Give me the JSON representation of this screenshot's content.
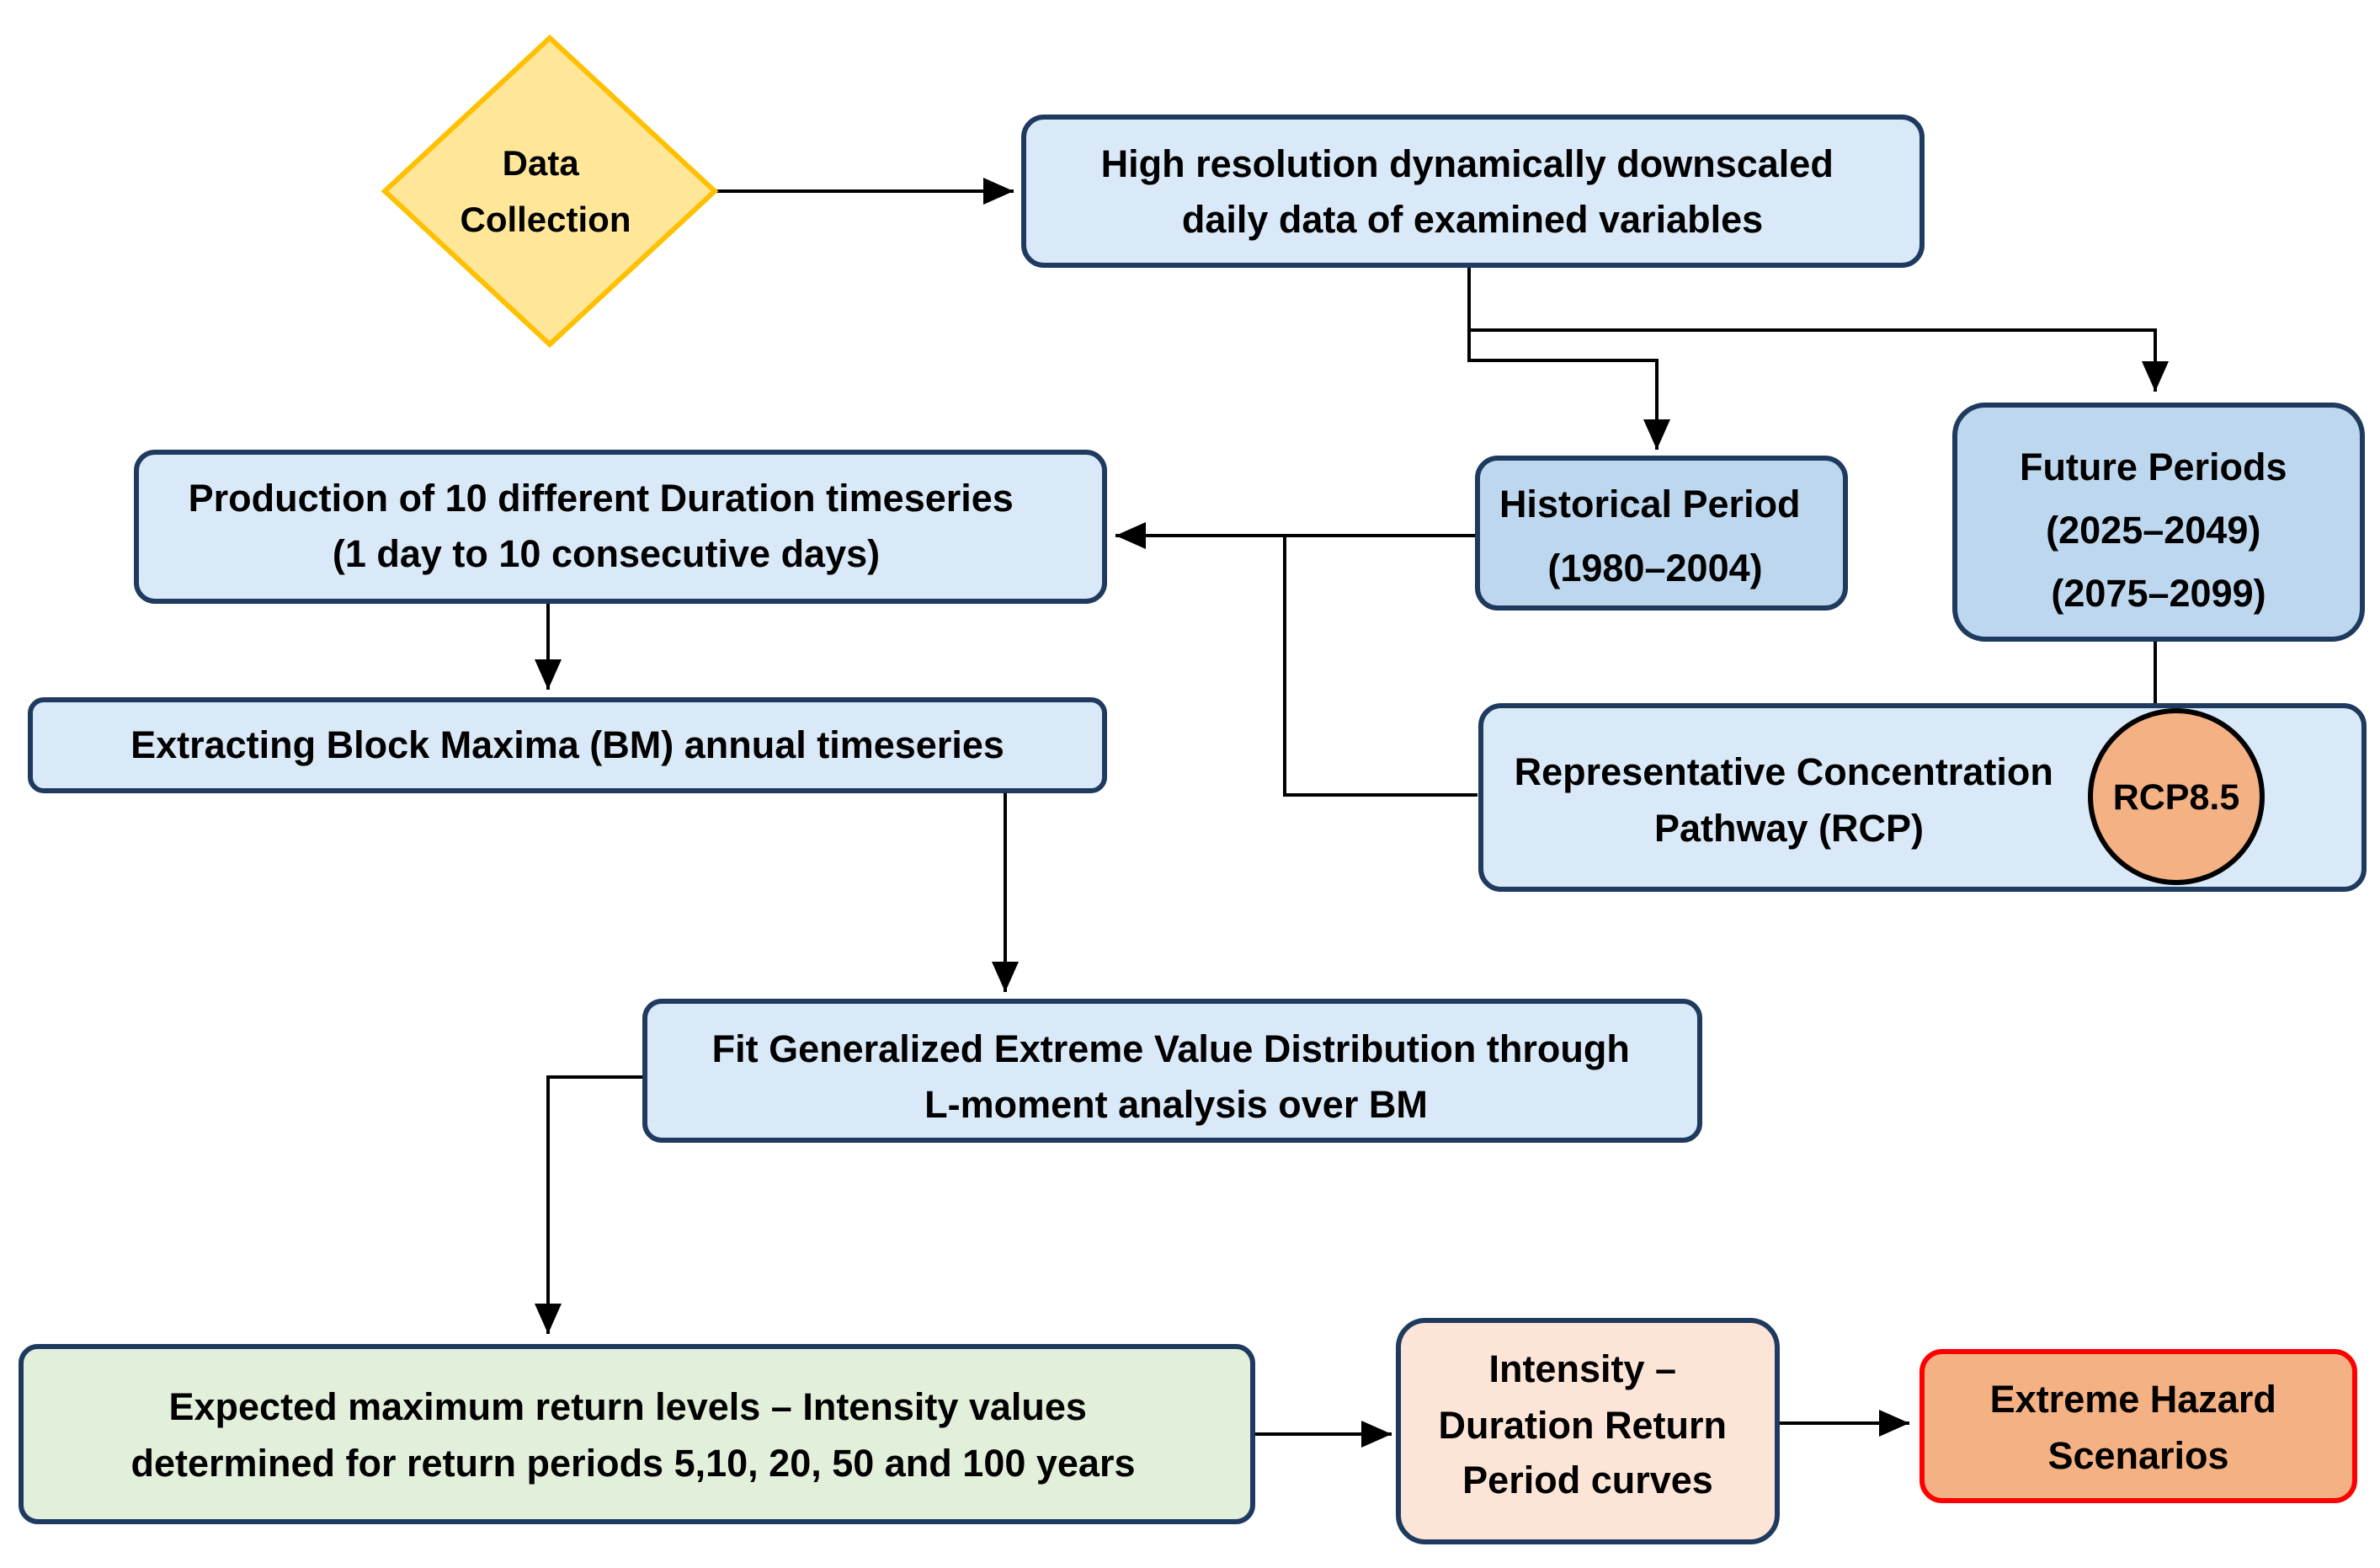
{
  "diagram": {
    "nodes": {
      "data_collection": {
        "lines": [
          "Data",
          "Collection"
        ],
        "shape": "diamond",
        "fill": "#ffe699",
        "stroke": "#ffc000"
      },
      "high_resolution": {
        "lines": [
          "High resolution dynamically downscaled",
          "daily data of examined variables"
        ],
        "fill": "#dae9f7",
        "stroke": "#1f3a5f"
      },
      "historical_period": {
        "lines": [
          "Historical Period",
          "(1980–2004)"
        ],
        "fill": "#bdd7ee",
        "stroke": "#1f3a5f"
      },
      "future_periods": {
        "lines": [
          "Future Periods",
          "(2025–2049)",
          "(2075–2099)"
        ],
        "fill": "#bdd7ee",
        "stroke": "#1f3a5f"
      },
      "rcp": {
        "lines": [
          "Representative Concentration",
          "Pathway (RCP)"
        ],
        "fill": "#dae9f7",
        "stroke": "#1f3a5f"
      },
      "rcp85": {
        "lines": [
          "RCP8.5"
        ],
        "shape": "circle",
        "fill": "#f4b183",
        "stroke": "#000000"
      },
      "production": {
        "lines": [
          "Production of 10 different Duration timeseries",
          "(1 day to 10 consecutive days)"
        ],
        "fill": "#dae9f7",
        "stroke": "#1f3a5f"
      },
      "extracting": {
        "lines": [
          "Extracting Block Maxima (BM) annual timeseries"
        ],
        "fill": "#dae9f7",
        "stroke": "#1f3a5f"
      },
      "fit_gev": {
        "lines": [
          "Fit Generalized Extreme Value Distribution through",
          "L-moment analysis over BM"
        ],
        "fill": "#dae9f7",
        "stroke": "#1f3a5f"
      },
      "expected_max": {
        "lines": [
          "Expected maximum return levels – Intensity values",
          "determined for return periods 5,10, 20, 50 and 100 years"
        ],
        "fill": "#e2efda",
        "stroke": "#1f3a5f"
      },
      "idf": {
        "lines": [
          "Intensity –",
          "Duration Return",
          "Period curves"
        ],
        "fill": "#fce4d6",
        "stroke": "#1f3a5f"
      },
      "hazard": {
        "lines": [
          "Extreme Hazard",
          "Scenarios"
        ],
        "fill": "#f4b183",
        "stroke": "#ff0000"
      }
    },
    "edges": [
      {
        "from": "data_collection",
        "to": "high_resolution",
        "arrow": true
      },
      {
        "from": "high_resolution",
        "to": "historical_period",
        "arrow": true
      },
      {
        "from": "high_resolution",
        "to": "future_periods",
        "arrow": true
      },
      {
        "from": "historical_period",
        "to": "production",
        "arrow": true
      },
      {
        "from": "rcp",
        "to": "production",
        "arrow": true
      },
      {
        "from": "future_periods",
        "to": "rcp",
        "arrow": false
      },
      {
        "from": "production",
        "to": "extracting",
        "arrow": true
      },
      {
        "from": "extracting",
        "to": "fit_gev",
        "arrow": true
      },
      {
        "from": "fit_gev",
        "to": "expected_max",
        "arrow": true
      },
      {
        "from": "expected_max",
        "to": "idf",
        "arrow": true
      },
      {
        "from": "idf",
        "to": "hazard",
        "arrow": true
      }
    ]
  }
}
